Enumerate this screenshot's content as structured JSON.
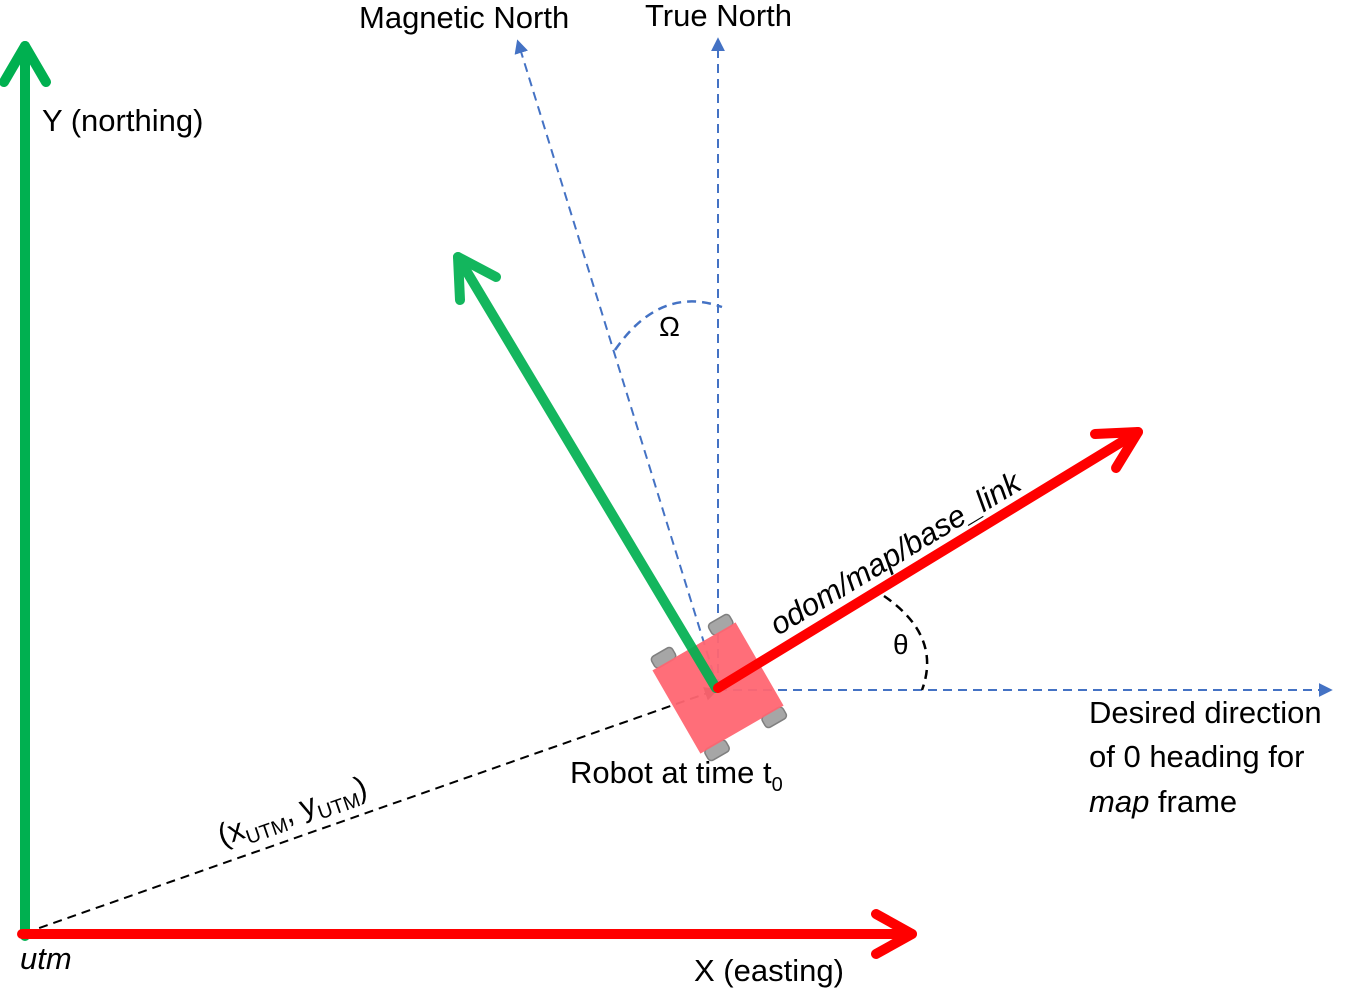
{
  "labels": {
    "y_axis": "Y (northing)",
    "x_axis": "X (easting)",
    "origin": "utm",
    "magnetic_north": "Magnetic North",
    "true_north": "True North",
    "omega": "Ω",
    "theta": "θ",
    "frame": "odom/map/base_link",
    "robot_prefix": "Robot at time t",
    "robot_sub": "0",
    "utm_open": "(x",
    "utm_sub1": "UTM",
    "utm_mid": ", y",
    "utm_sub2": "UTM",
    "utm_close": ")",
    "desired_line1": "Desired direction",
    "desired_line2": "of 0 heading for",
    "desired_line3_italic": "map",
    "desired_line3_rest": " frame"
  },
  "colors": {
    "green_axis": "#00b050",
    "red_axis": "#ff0000",
    "dashed_blue": "#4472c4",
    "dashed_black": "#000000",
    "robot_body": "#ff6672",
    "wheel": "#a6a6a6"
  }
}
